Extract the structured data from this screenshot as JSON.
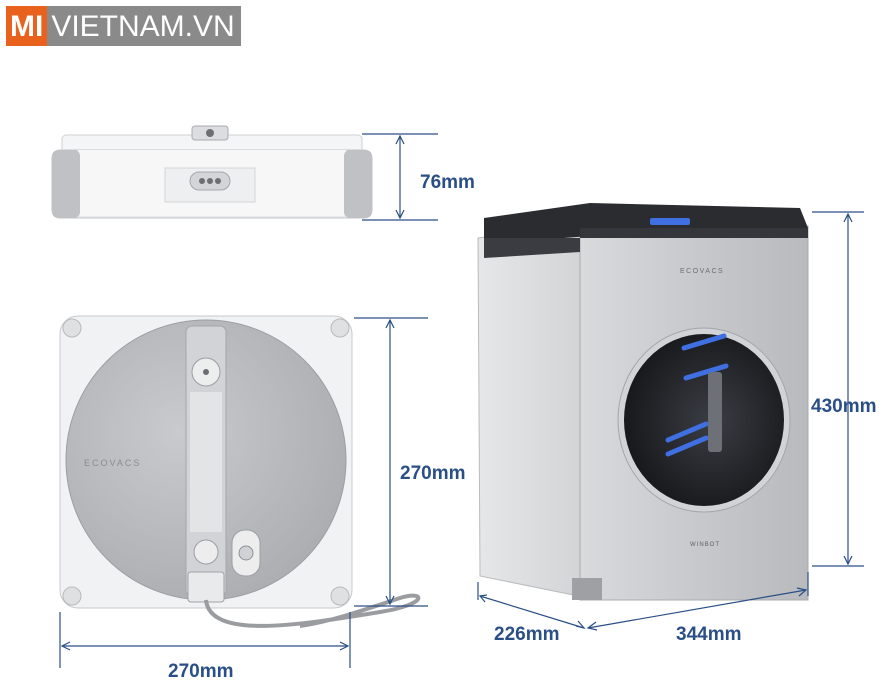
{
  "logo": {
    "part1": "MI",
    "part2": "VIETNAM.VN",
    "accent": "#e8621e",
    "gray": "#8a8a8a"
  },
  "dimensions": {
    "robot_height": "76mm",
    "robot_side": "270mm",
    "robot_width": "270mm",
    "station_height": "430mm",
    "station_depth": "226mm",
    "station_width": "344mm"
  },
  "product": {
    "brand_robot": "ECOVACS",
    "brand_station": "ECOVACS",
    "model": "WINBOT"
  },
  "colors": {
    "dimension_line": "#2a4f87",
    "body_silver": "#c4c6c9",
    "frame_white": "#f2f3f4",
    "lid_black": "#2a2c30",
    "accent_blue": "#3f6fe0"
  }
}
